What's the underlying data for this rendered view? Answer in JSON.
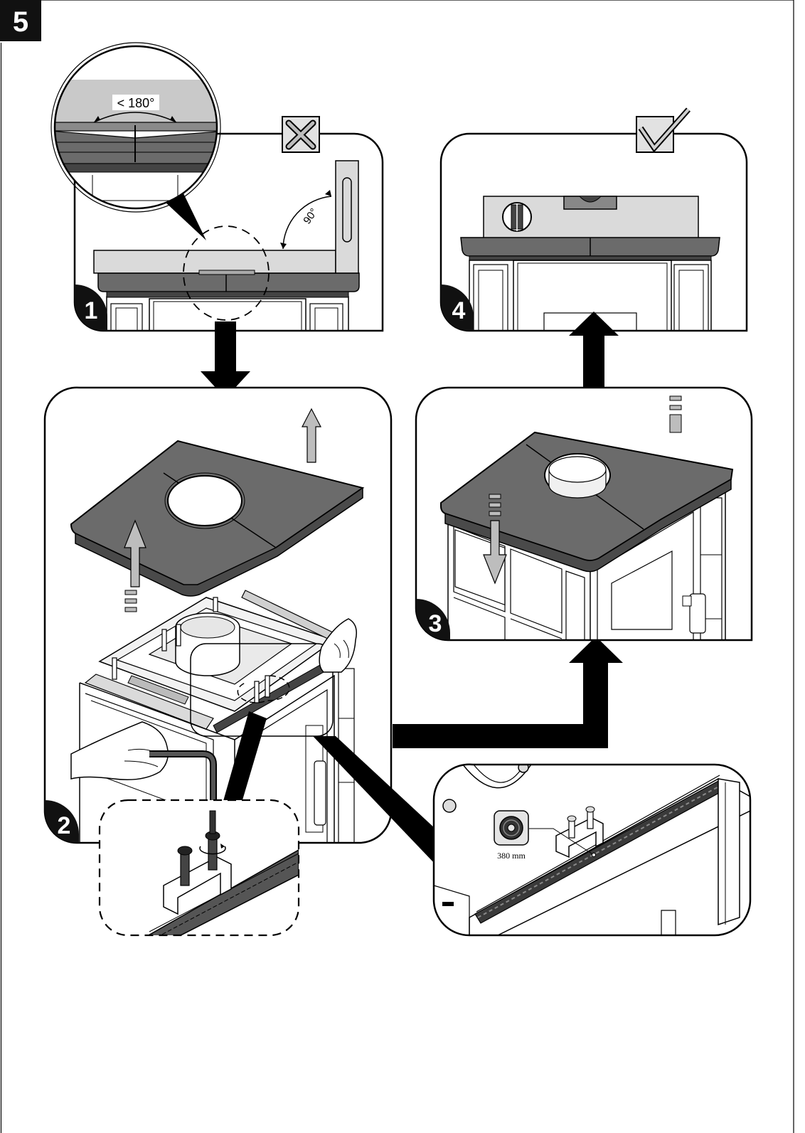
{
  "figure": {
    "number": "5"
  },
  "steps": [
    {
      "number": "1",
      "status": "incorrect",
      "status_icon": "cross-icon",
      "angle_inset_label": "< 180°",
      "square_angle_label": "90°"
    },
    {
      "number": "2"
    },
    {
      "number": "3"
    },
    {
      "number": "4",
      "status": "correct",
      "status_icon": "check-icon"
    }
  ],
  "gasket": {
    "length_label": "380 mm",
    "icon": "gasket-roll-icon"
  },
  "colors": {
    "stone": "#6b6b6b",
    "stone_dark": "#3e3e3e",
    "stone_light": "#8a8a8a",
    "level": "#dadada",
    "ink": "#111111",
    "arrow": "#000000"
  }
}
